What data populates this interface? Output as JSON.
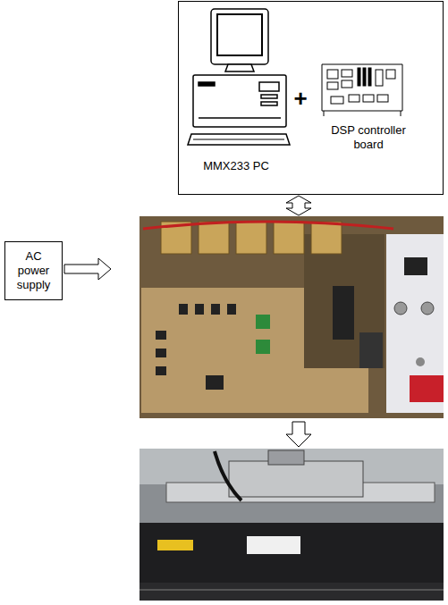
{
  "diagram": {
    "nodes": [
      {
        "text": [
          "MMX233 PC",
          "+",
          "DSP controller board"
        ]
      },
      {
        "text": [
          "AC power supply"
        ]
      }
    ]
  }
}
